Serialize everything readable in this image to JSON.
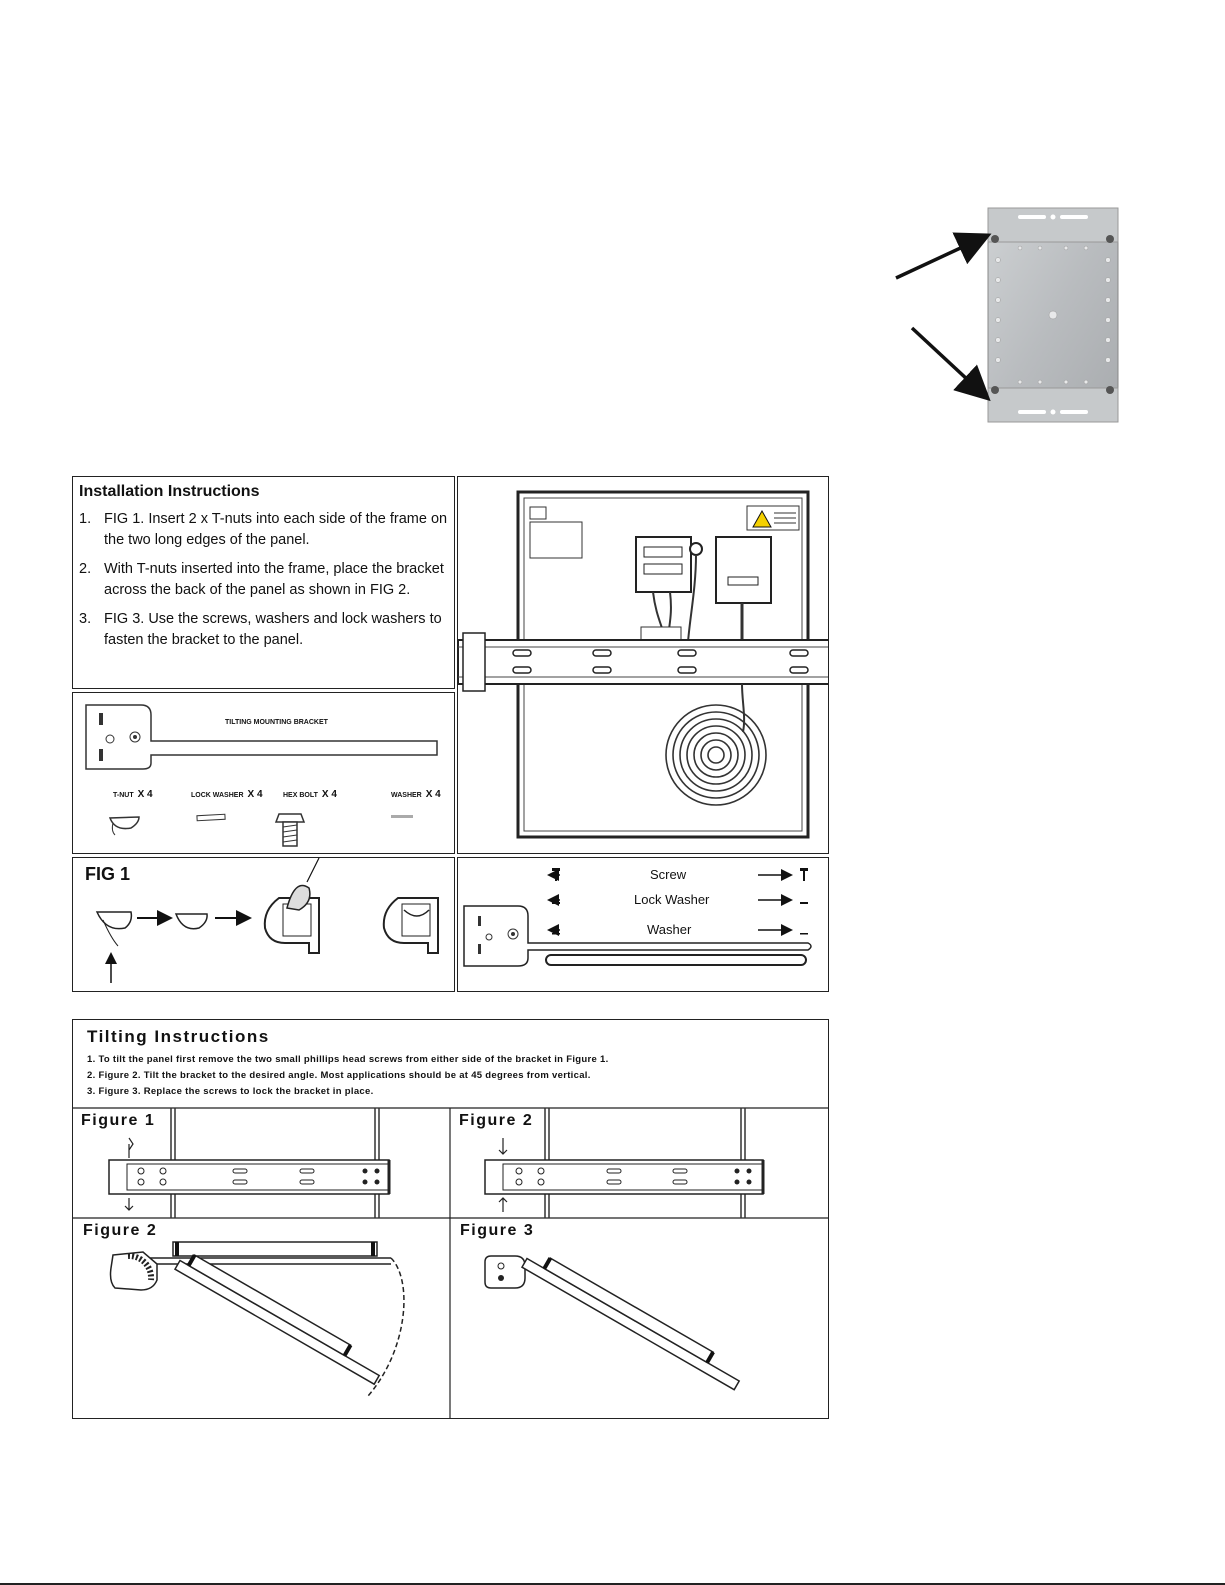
{
  "installation": {
    "title": "Installation Instructions",
    "steps": [
      {
        "num": "1.",
        "text": "FIG 1. Insert 2 x T-nuts into each side of the frame on the two long edges of the panel."
      },
      {
        "num": "2.",
        "text": "With T-nuts inserted into the frame, place the bracket across the back of the panel as shown in FIG 2."
      },
      {
        "num": "3.",
        "text": "FIG 3. Use the screws, washers and lock washers to fasten the bracket to the panel."
      }
    ]
  },
  "parts": {
    "bracket_label": "TILTING MOUNTING BRACKET",
    "items": [
      {
        "name": "T-NUT",
        "qty": "X 4"
      },
      {
        "name": "LOCK WASHER",
        "qty": "X 4"
      },
      {
        "name": "HEX BOLT",
        "qty": "X 4"
      },
      {
        "name": "WASHER",
        "qty": "X 4"
      }
    ]
  },
  "fig1": {
    "label": "FIG 1"
  },
  "hardware": {
    "screw": "Screw",
    "lock_washer": "Lock Washer",
    "washer": "Washer"
  },
  "tilting": {
    "title": "Tilting Instructions",
    "steps": [
      "1. To tilt the panel first remove the two small phillips head screws from either side of the bracket in Figure 1.",
      "2. Figure 2. Tilt the bracket to the desired angle.  Most applications should be at 45 degrees from vertical.",
      "3. Figure 3. Replace the screws to lock the bracket in place."
    ],
    "figures": [
      "Figure 1",
      "Figure 2",
      "Figure 2",
      "Figure 3"
    ]
  }
}
